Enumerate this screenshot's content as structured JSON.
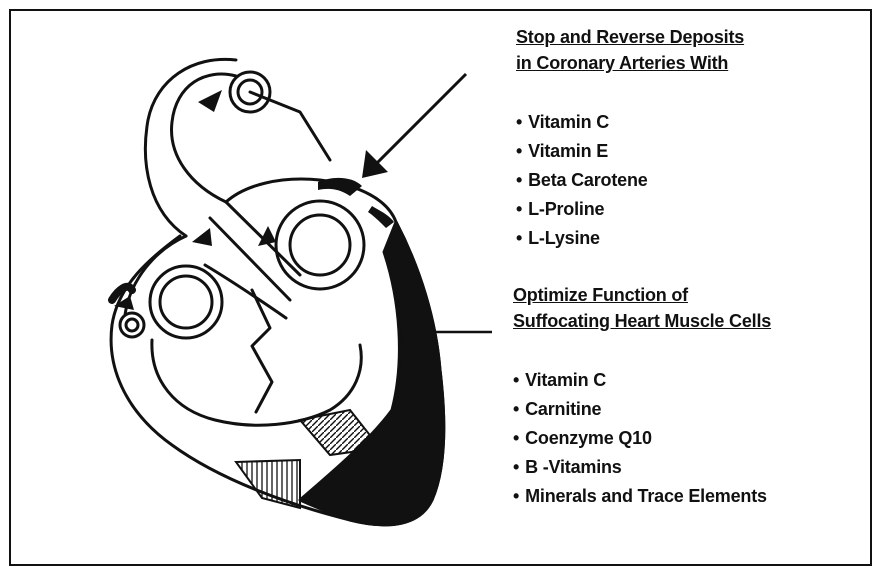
{
  "section1": {
    "heading_line1": "Stop and Reverse Deposits",
    "heading_line2": "in Coronary Arteries With",
    "items": [
      "Vitamin C",
      "Vitamin E",
      "Beta Carotene",
      "L-Proline",
      "L-Lysine"
    ]
  },
  "section2": {
    "heading_line1": "Optimize Function of",
    "heading_line2": "Suffocating Heart Muscle Cells",
    "items": [
      "Vitamin C",
      "Carnitine",
      "Coenzyme Q10",
      "B -Vitamins",
      "Minerals and Trace Elements"
    ]
  },
  "colors": {
    "ink": "#111111",
    "background": "#ffffff"
  },
  "illustration": "heart-diagram"
}
